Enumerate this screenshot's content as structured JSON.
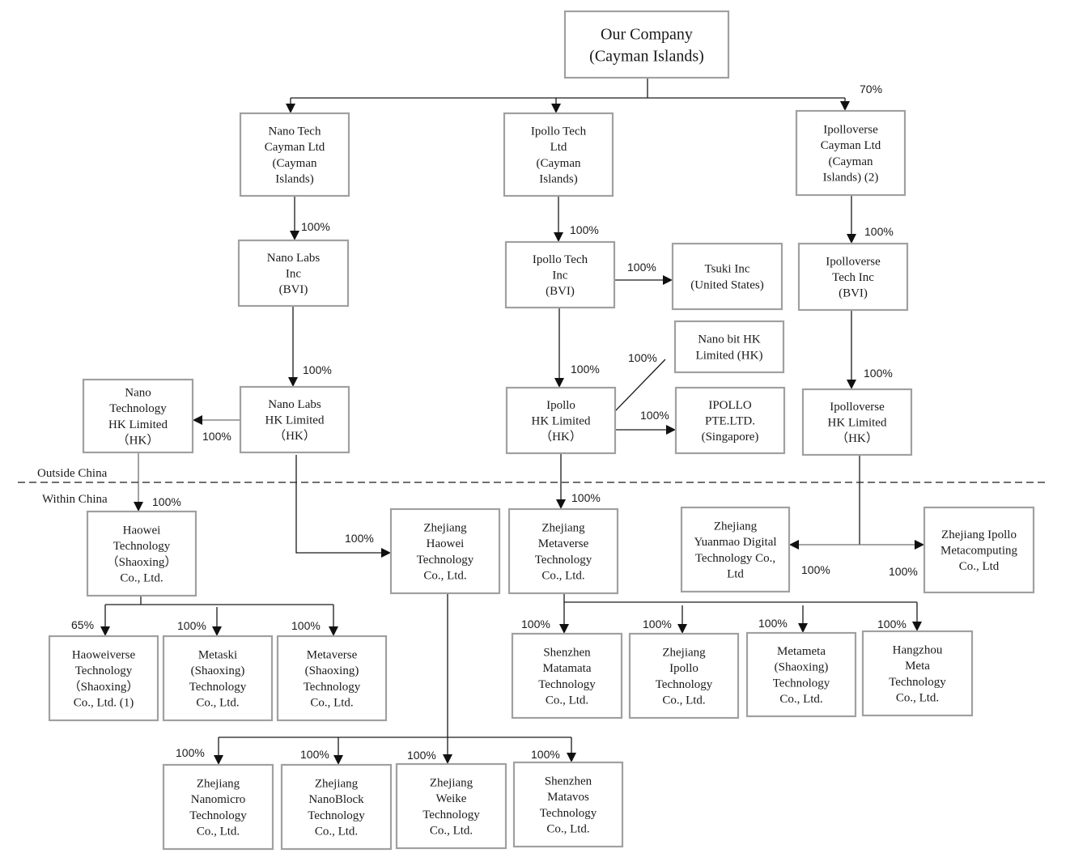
{
  "title": "Corporate structure chart",
  "regions": {
    "outside": "Outside China",
    "within": "Within China"
  },
  "entities": {
    "our_company": [
      "Our Company",
      "(Cayman Islands)"
    ],
    "nano_tech_cayman": [
      "Nano Tech",
      "Cayman Ltd",
      "(Cayman",
      "Islands)"
    ],
    "ipollo_tech_ltd": [
      "Ipollo Tech",
      "Ltd",
      "(Cayman",
      "Islands)"
    ],
    "ipolloverse_cayman": [
      "Ipolloverse",
      "Cayman Ltd",
      "(Cayman",
      "Islands) (2)"
    ],
    "nano_labs_inc": [
      "Nano Labs",
      "Inc",
      "(BVI)"
    ],
    "ipollo_tech_inc": [
      "Ipollo Tech",
      "Inc",
      "(BVI)"
    ],
    "tsuki_inc": [
      "Tsuki Inc",
      "(United States)"
    ],
    "ipolloverse_tech_inc": [
      "Ipolloverse",
      "Tech Inc",
      "(BVI)"
    ],
    "nano_bit_hk": [
      "Nano bit HK",
      "Limited (HK)"
    ],
    "nano_technology_hk": [
      "Nano",
      "Technology",
      "HK Limited",
      "（HK）"
    ],
    "nano_labs_hk": [
      "Nano Labs",
      "HK Limited",
      "（HK）"
    ],
    "ipollo_hk": [
      "Ipollo",
      "HK Limited",
      "（HK）"
    ],
    "ipollo_pte": [
      "IPOLLO",
      "PTE.LTD.",
      "(Singapore)"
    ],
    "ipolloverse_hk": [
      "Ipolloverse",
      "HK Limited",
      "（HK）"
    ],
    "haowei_shaoxing": [
      "Haowei",
      "Technology",
      "（Shaoxing）",
      "Co., Ltd."
    ],
    "zhejiang_haowei": [
      "Zhejiang",
      "Haowei",
      "Technology",
      "Co., Ltd."
    ],
    "zhejiang_metaverse": [
      "Zhejiang",
      "Metaverse",
      "Technology",
      "Co., Ltd."
    ],
    "zhejiang_yuanmao": [
      "Zhejiang",
      "Yuanmao Digital",
      "Technology Co.,",
      "Ltd"
    ],
    "zhejiang_ipollo_metacomputing": [
      "Zhejiang Ipollo",
      "Metacomputing",
      "Co., Ltd"
    ],
    "haoweiverse": [
      "Haoweiverse",
      "Technology",
      "（Shaoxing）",
      "Co., Ltd. (1)"
    ],
    "metaski": [
      "Metaski",
      "(Shaoxing)",
      "Technology",
      "Co., Ltd."
    ],
    "metaverse_shaoxing": [
      "Metaverse",
      "(Shaoxing)",
      "Technology",
      "Co., Ltd."
    ],
    "shenzhen_matamata": [
      "Shenzhen",
      "Matamata",
      "Technology",
      "Co., Ltd."
    ],
    "zhejiang_ipollo_tech": [
      "Zhejiang",
      "Ipollo",
      "Technology",
      "Co., Ltd."
    ],
    "metameta": [
      "Metameta",
      "(Shaoxing)",
      "Technology",
      "Co., Ltd."
    ],
    "hangzhou_meta": [
      "Hangzhou",
      "Meta",
      "Technology",
      "Co., Ltd."
    ],
    "zhejiang_nanomicro": [
      "Zhejiang",
      "Nanomicro",
      "Technology",
      "Co., Ltd."
    ],
    "zhejiang_nanoblock": [
      "Zhejiang",
      "NanoBlock",
      "Technology",
      "Co., Ltd."
    ],
    "zhejiang_weike": [
      "Zhejiang",
      "Weike",
      "Technology",
      "Co., Ltd."
    ],
    "shenzhen_matavos": [
      "Shenzhen",
      "Matavos",
      "Technology",
      "Co., Ltd."
    ]
  },
  "ownership": [
    {
      "from": "our_company",
      "to": "nano_tech_cayman",
      "pct": ""
    },
    {
      "from": "our_company",
      "to": "ipollo_tech_ltd",
      "pct": ""
    },
    {
      "from": "our_company",
      "to": "ipolloverse_cayman",
      "pct": "70%"
    },
    {
      "from": "nano_tech_cayman",
      "to": "nano_labs_inc",
      "pct": "100%"
    },
    {
      "from": "ipollo_tech_ltd",
      "to": "ipollo_tech_inc",
      "pct": "100%"
    },
    {
      "from": "ipolloverse_cayman",
      "to": "ipolloverse_tech_inc",
      "pct": "100%"
    },
    {
      "from": "ipollo_tech_inc",
      "to": "tsuki_inc",
      "pct": "100%"
    },
    {
      "from": "nano_labs_inc",
      "to": "nano_labs_hk",
      "pct": "100%"
    },
    {
      "from": "ipollo_tech_inc",
      "to": "ipollo_hk",
      "pct": "100%"
    },
    {
      "from": "ipolloverse_tech_inc",
      "to": "ipolloverse_hk",
      "pct": "100%"
    },
    {
      "from": "nano_labs_hk",
      "to": "nano_technology_hk",
      "pct": "100%"
    },
    {
      "from": "ipollo_hk",
      "to": "nano_bit_hk",
      "pct": "100%"
    },
    {
      "from": "ipollo_hk",
      "to": "ipollo_pte",
      "pct": "100%"
    },
    {
      "from": "nano_technology_hk",
      "to": "haowei_shaoxing",
      "pct": "100%"
    },
    {
      "from": "nano_labs_hk",
      "to": "zhejiang_haowei",
      "pct": "100%"
    },
    {
      "from": "ipollo_hk",
      "to": "zhejiang_metaverse",
      "pct": "100%"
    },
    {
      "from": "ipolloverse_hk",
      "to": "zhejiang_yuanmao",
      "pct": "100%"
    },
    {
      "from": "ipolloverse_hk",
      "to": "zhejiang_ipollo_metacomputing",
      "pct": "100%"
    },
    {
      "from": "haowei_shaoxing",
      "to": "haoweiverse",
      "pct": "65%"
    },
    {
      "from": "haowei_shaoxing",
      "to": "metaski",
      "pct": "100%"
    },
    {
      "from": "haowei_shaoxing",
      "to": "metaverse_shaoxing",
      "pct": "100%"
    },
    {
      "from": "zhejiang_metaverse",
      "to": "shenzhen_matamata",
      "pct": "100%"
    },
    {
      "from": "zhejiang_metaverse",
      "to": "zhejiang_ipollo_tech",
      "pct": "100%"
    },
    {
      "from": "zhejiang_metaverse",
      "to": "metameta",
      "pct": "100%"
    },
    {
      "from": "zhejiang_metaverse",
      "to": "hangzhou_meta",
      "pct": "100%"
    },
    {
      "from": "zhejiang_haowei",
      "to": "zhejiang_nanomicro",
      "pct": "100%"
    },
    {
      "from": "zhejiang_haowei",
      "to": "zhejiang_nanoblock",
      "pct": "100%"
    },
    {
      "from": "zhejiang_haowei",
      "to": "zhejiang_weike",
      "pct": "100%"
    },
    {
      "from": "zhejiang_haowei",
      "to": "shenzhen_matavos",
      "pct": "100%"
    }
  ]
}
